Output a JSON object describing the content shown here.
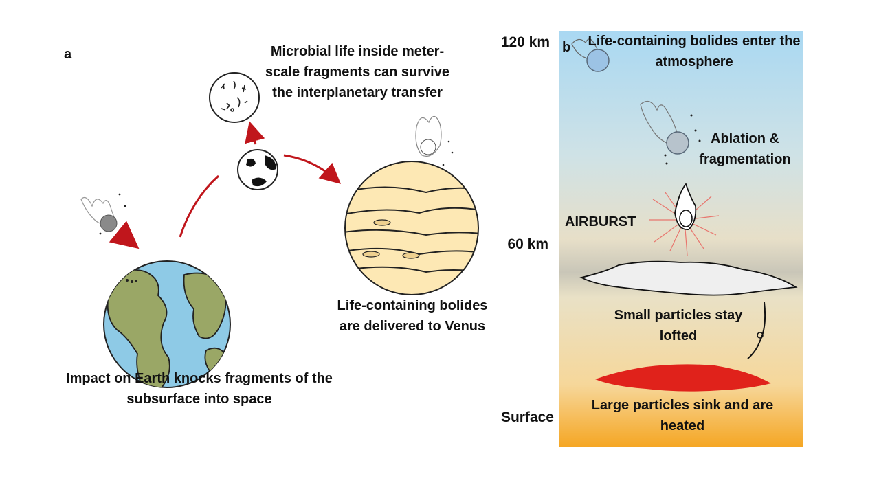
{
  "panel_a": {
    "letter": "a",
    "labels": {
      "microbial": "Microbial life inside meter-scale fragments can survive the interplanetary transfer",
      "delivered": "Life-containing bolides are delivered to Venus",
      "impact": "Impact on Earth knocks fragments of the subsurface into space"
    }
  },
  "panel_b": {
    "letter": "b",
    "altitudes": {
      "top": "120 km",
      "mid": "60 km",
      "bottom": "Surface"
    },
    "labels": {
      "enter": "Life-containing bolides enter the atmosphere",
      "ablation": "Ablation & fragmentation",
      "airburst": "AIRBURST",
      "small": "Small particles stay lofted",
      "large": "Large particles sink and are heated"
    }
  },
  "colors": {
    "arrow_red": "#c0161c",
    "ocean": "#8ecae6",
    "land": "#9aa766",
    "venus": "#fde8b4",
    "sky_top": "#a9d8f2",
    "sky_bottom": "#f5a623",
    "hot_cloud": "#e0221b"
  }
}
